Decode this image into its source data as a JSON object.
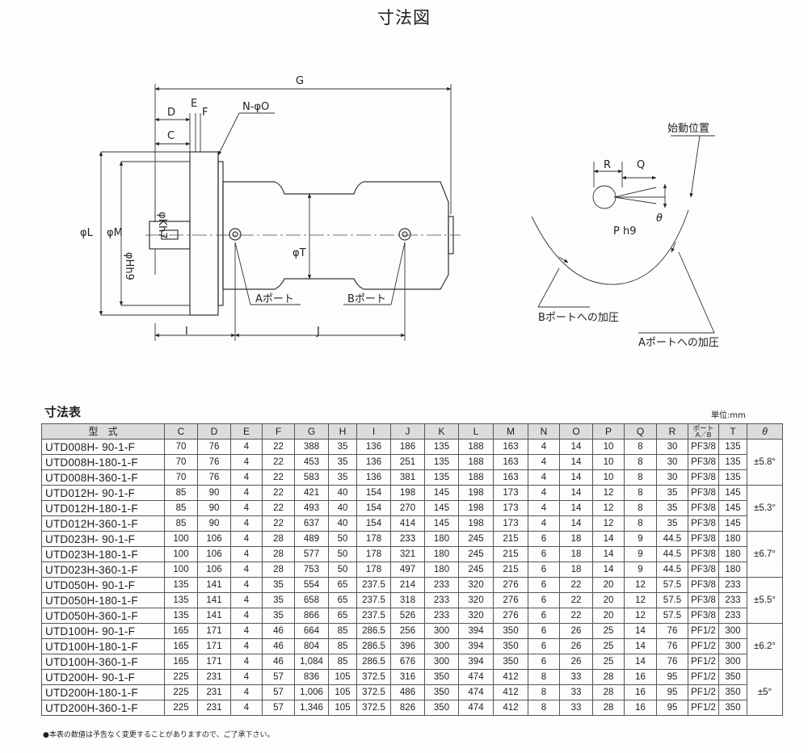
{
  "page_title": "寸法図",
  "drawing": {
    "dims": {
      "G": "G",
      "D": "D",
      "E": "E",
      "F": "F",
      "C": "C",
      "N_O": "N-φO",
      "phiK": "φKh7",
      "phiL": "φL",
      "phiM": "φM",
      "phiH": "φHh9",
      "phiT": "φT",
      "I": "I",
      "J": "J"
    },
    "port_a": "Aポート",
    "port_b": "Bポート",
    "start_position": "始動位置",
    "R": "R",
    "Q": "Q",
    "P": "P h9",
    "theta": "θ",
    "b_pressure": "Bポートへの加圧",
    "a_pressure": "Aポートへの加圧"
  },
  "table_title": "寸法表",
  "unit": "単位:mm",
  "table": {
    "headers": [
      "型　式",
      "C",
      "D",
      "E",
      "F",
      "G",
      "H",
      "I",
      "J",
      "K",
      "L",
      "M",
      "N",
      "O",
      "P",
      "Q",
      "R",
      "ポート A／B",
      "T",
      "θ"
    ],
    "port_header_top": "ポート",
    "port_header_bottom": "A／B",
    "rows": [
      [
        "UTD008H- 90-1-F",
        "70",
        "76",
        "4",
        "22",
        "388",
        "35",
        "136",
        "186",
        "135",
        "188",
        "163",
        "4",
        "14",
        "10",
        "8",
        "30",
        "PF3/8",
        "135"
      ],
      [
        "UTD008H-180-1-F",
        "70",
        "76",
        "4",
        "22",
        "453",
        "35",
        "136",
        "251",
        "135",
        "188",
        "163",
        "4",
        "14",
        "10",
        "8",
        "30",
        "PF3/8",
        "135"
      ],
      [
        "UTD008H-360-1-F",
        "70",
        "76",
        "4",
        "22",
        "583",
        "35",
        "136",
        "381",
        "135",
        "188",
        "163",
        "4",
        "14",
        "10",
        "8",
        "30",
        "PF3/8",
        "135"
      ],
      [
        "UTD012H- 90-1-F",
        "85",
        "90",
        "4",
        "22",
        "421",
        "40",
        "154",
        "198",
        "145",
        "198",
        "173",
        "4",
        "14",
        "12",
        "8",
        "35",
        "PF3/8",
        "145"
      ],
      [
        "UTD012H-180-1-F",
        "85",
        "90",
        "4",
        "22",
        "493",
        "40",
        "154",
        "270",
        "145",
        "198",
        "173",
        "4",
        "14",
        "12",
        "8",
        "35",
        "PF3/8",
        "145"
      ],
      [
        "UTD012H-360-1-F",
        "85",
        "90",
        "4",
        "22",
        "637",
        "40",
        "154",
        "414",
        "145",
        "198",
        "173",
        "4",
        "14",
        "12",
        "8",
        "35",
        "PF3/8",
        "145"
      ],
      [
        "UTD023H- 90-1-F",
        "100",
        "106",
        "4",
        "28",
        "489",
        "50",
        "178",
        "233",
        "180",
        "245",
        "215",
        "6",
        "18",
        "14",
        "9",
        "44.5",
        "PF3/8",
        "180"
      ],
      [
        "UTD023H-180-1-F",
        "100",
        "106",
        "4",
        "28",
        "577",
        "50",
        "178",
        "321",
        "180",
        "245",
        "215",
        "6",
        "18",
        "14",
        "9",
        "44.5",
        "PF3/8",
        "180"
      ],
      [
        "UTD023H-360-1-F",
        "100",
        "106",
        "4",
        "28",
        "753",
        "50",
        "178",
        "497",
        "180",
        "245",
        "215",
        "6",
        "18",
        "14",
        "9",
        "44.5",
        "PF3/8",
        "180"
      ],
      [
        "UTD050H- 90-1-F",
        "135",
        "141",
        "4",
        "35",
        "554",
        "65",
        "237.5",
        "214",
        "233",
        "320",
        "276",
        "6",
        "22",
        "20",
        "12",
        "57.5",
        "PF3/8",
        "233"
      ],
      [
        "UTD050H-180-1-F",
        "135",
        "141",
        "4",
        "35",
        "658",
        "65",
        "237.5",
        "318",
        "233",
        "320",
        "276",
        "6",
        "22",
        "20",
        "12",
        "57.5",
        "PF3/8",
        "233"
      ],
      [
        "UTD050H-360-1-F",
        "135",
        "141",
        "4",
        "35",
        "866",
        "65",
        "237.5",
        "526",
        "233",
        "320",
        "276",
        "6",
        "22",
        "20",
        "12",
        "57.5",
        "PF3/8",
        "233"
      ],
      [
        "UTD100H- 90-1-F",
        "165",
        "171",
        "4",
        "46",
        "664",
        "85",
        "286.5",
        "256",
        "300",
        "394",
        "350",
        "6",
        "26",
        "25",
        "14",
        "76",
        "PF1/2",
        "300"
      ],
      [
        "UTD100H-180-1-F",
        "165",
        "171",
        "4",
        "46",
        "804",
        "85",
        "286.5",
        "396",
        "300",
        "394",
        "350",
        "6",
        "26",
        "25",
        "14",
        "76",
        "PF1/2",
        "300"
      ],
      [
        "UTD100H-360-1-F",
        "165",
        "171",
        "4",
        "46",
        "1,084",
        "85",
        "286.5",
        "676",
        "300",
        "394",
        "350",
        "6",
        "26",
        "25",
        "14",
        "76",
        "PF1/2",
        "300"
      ],
      [
        "UTD200H- 90-1-F",
        "225",
        "231",
        "4",
        "57",
        "836",
        "105",
        "372.5",
        "316",
        "350",
        "474",
        "412",
        "8",
        "33",
        "28",
        "16",
        "95",
        "PF1/2",
        "350"
      ],
      [
        "UTD200H-180-1-F",
        "225",
        "231",
        "4",
        "57",
        "1,006",
        "105",
        "372.5",
        "486",
        "350",
        "474",
        "412",
        "8",
        "33",
        "28",
        "16",
        "95",
        "PF1/2",
        "350"
      ],
      [
        "UTD200H-360-1-F",
        "225",
        "231",
        "4",
        "57",
        "1,346",
        "105",
        "372.5",
        "826",
        "350",
        "474",
        "412",
        "8",
        "33",
        "28",
        "16",
        "95",
        "PF1/2",
        "350"
      ]
    ],
    "theta_values": [
      "±5.8°",
      "±5.3°",
      "±6.7°",
      "±5.5°",
      "±6.2°",
      "±5°"
    ]
  },
  "footnote": "●本表の数値は予告なく変更することがありますので、ご了承下さい。"
}
